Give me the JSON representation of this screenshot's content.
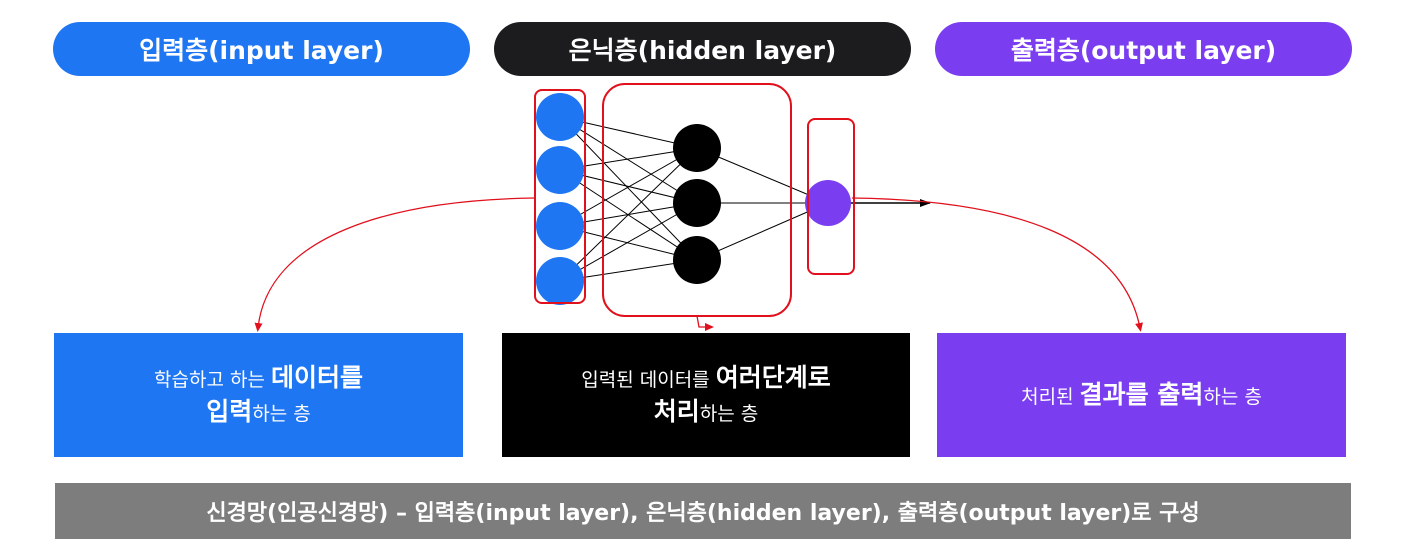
{
  "colors": {
    "input": "#1f76f3",
    "hidden": "#1c1c1f",
    "output": "#7a3df0",
    "box_hidden": "#000000",
    "highlight": "#e0101c",
    "footer": "#7d7d7d",
    "node_hidden": "#000000"
  },
  "layers": {
    "input": {
      "title": "입력층(input layer)"
    },
    "hidden": {
      "title": "은닉층(hidden layer)"
    },
    "output": {
      "title": "출력층(output layer)"
    }
  },
  "descriptions": {
    "input": {
      "line1_normal": "학습하고 하는 ",
      "line1_strong": "데이터를",
      "line2_strong": "입력",
      "line2_normal": "하는 층"
    },
    "hidden": {
      "line1_normal": "입력된 데이터를 ",
      "line1_strong": "여러단계로",
      "line2_strong": "처리",
      "line2_normal": "하는 층"
    },
    "output": {
      "line1_normal": "처리된 ",
      "line1_strong": "결과를 출력",
      "line1_tail": "하는 층"
    }
  },
  "footer": "신경망(인공신경망) – 입력층(input layer), 은닉층(hidden layer), 출력층(output layer)로 구성"
}
